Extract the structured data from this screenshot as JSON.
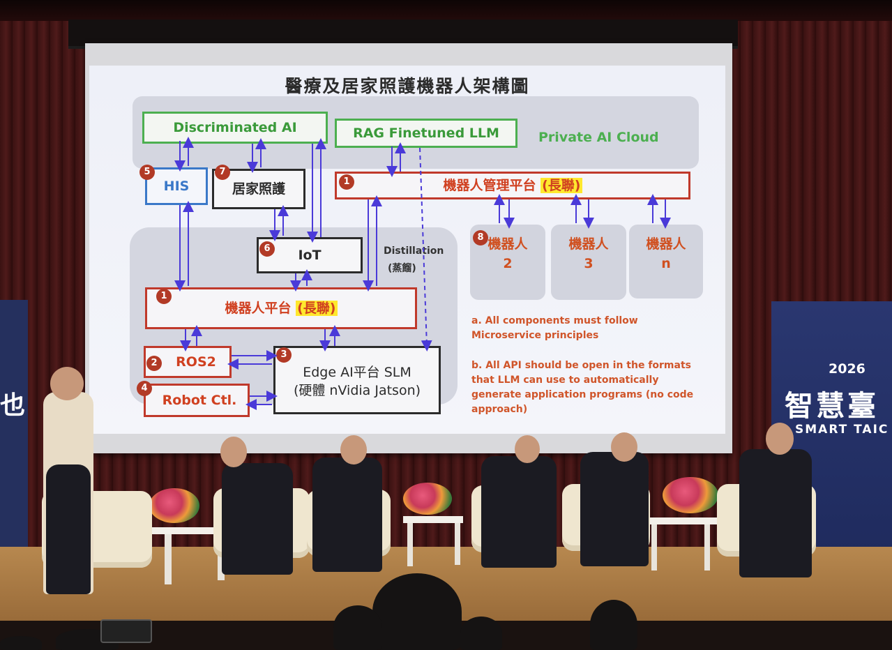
{
  "slide": {
    "title": "醫療及居家照護機器人架構圖",
    "discriminated_ai": "Discriminated AI",
    "rag_llm": "RAG  Finetuned LLM",
    "private_cloud": "Private AI Cloud",
    "his": "HIS",
    "home_care": "居家照護",
    "robot_mgmt": "機器人管理平台",
    "robot_mgmt_tag": "(長聯)",
    "iot": "IoT",
    "distillation": "Distillation",
    "distillation_zh": "(蒸餾)",
    "robot_platform": "機器人平台",
    "robot_platform_tag": "(長聯)",
    "ros2": "ROS2",
    "robot_ctl": "Robot Ctl.",
    "edge_line1": "Edge AI平台 SLM",
    "edge_line2": "(硬體 nVidia Jatson)",
    "robot_label": "機器人",
    "robot_ids": [
      "2",
      "3",
      "n"
    ],
    "badges": [
      "5",
      "7",
      "1",
      "6",
      "1",
      "2",
      "3",
      "4",
      "8"
    ],
    "note_a": [
      "a. All components must follow",
      "Microservice principles"
    ],
    "note_b": [
      "b. All API should be open in the formats",
      "that LLM can use to automatically",
      "generate application programs (no code",
      "approach)"
    ]
  },
  "banner": {
    "year": "2026",
    "title": "智慧臺",
    "subtitle": "SMART TAIC",
    "left_char": "也"
  },
  "colors": {
    "green": "#4caf50",
    "red": "#c0392b",
    "blue": "#3a78c8",
    "arrow": "#4a3ad8",
    "curtain": "#3a1212"
  }
}
